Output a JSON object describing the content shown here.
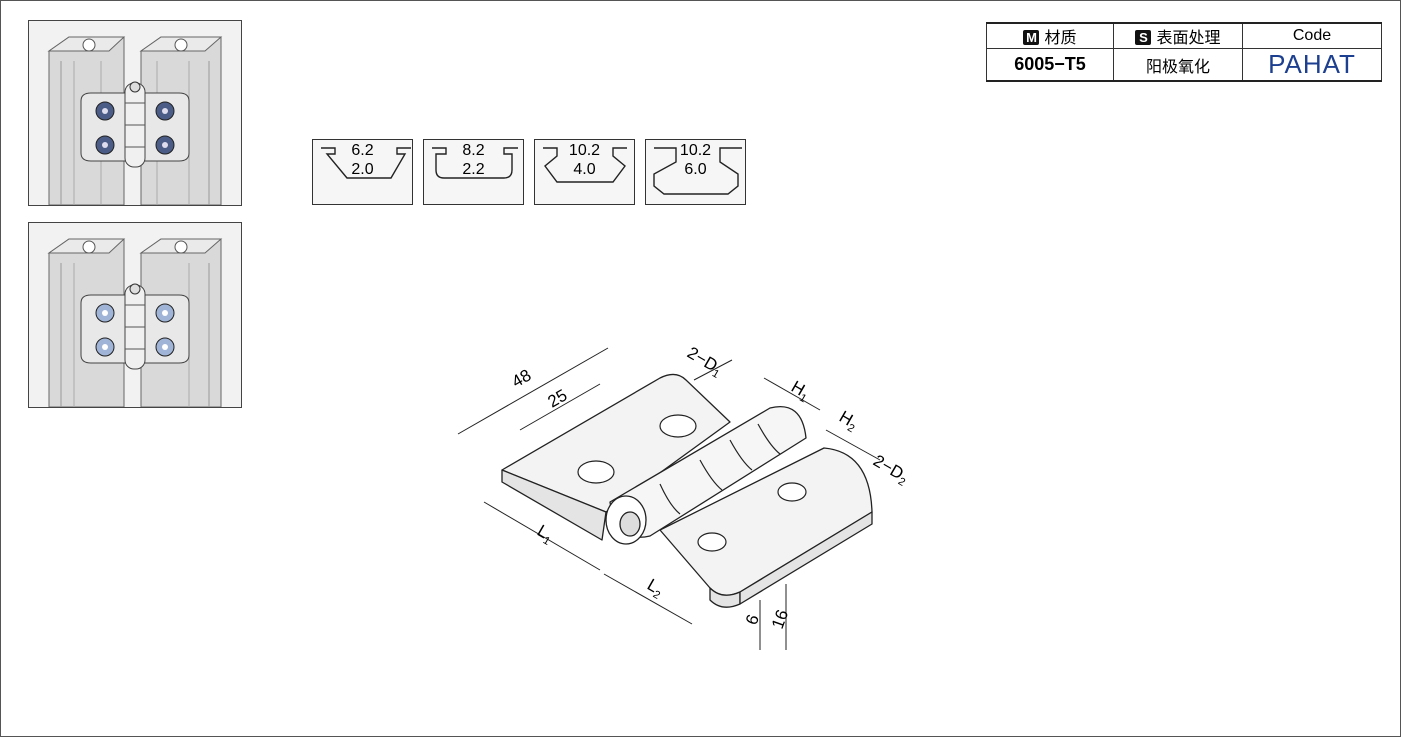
{
  "photos": [
    {
      "name": "assembled-hinge-dark-screws"
    },
    {
      "name": "assembled-hinge-light-screws"
    }
  ],
  "slot_profiles": [
    {
      "width": "6.2",
      "depth": "2.0"
    },
    {
      "width": "8.2",
      "depth": "2.2"
    },
    {
      "width": "10.2",
      "depth": "4.0"
    },
    {
      "width": "10.2",
      "depth": "6.0"
    }
  ],
  "spec_table": {
    "headers": [
      {
        "badge": "M",
        "label": "材质"
      },
      {
        "badge": "S",
        "label": "表面处理"
      },
      {
        "badge": "",
        "label": "Code"
      }
    ],
    "row": {
      "material": "6005−T5",
      "surface": "阳极氧化",
      "code": "PAHAT"
    }
  },
  "drawing": {
    "dims": {
      "overall_width": "48",
      "hole_pitch": "25",
      "hole_d1": "2−D",
      "hole_d1_sub": "1",
      "h1": "H",
      "h1_sub": "1",
      "h2": "H",
      "h2_sub": "2",
      "hole_d2": "2−D",
      "hole_d2_sub": "2",
      "l1": "L",
      "l1_sub": "1",
      "l2": "L",
      "l2_sub": "2",
      "thickness": "6",
      "height": "16"
    }
  },
  "colors": {
    "code_blue": "#1d3f8f",
    "line": "#222222",
    "face": "#f2f2f2"
  }
}
